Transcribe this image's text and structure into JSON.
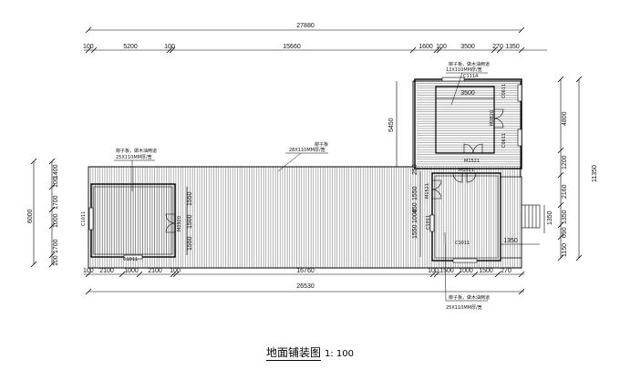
{
  "title": "地面铺装图",
  "scale": "1: 100",
  "dimensions": {
    "top_overall": "27880",
    "top": [
      "100",
      "5200",
      "100",
      "15660",
      "1600",
      "100",
      "3500",
      "270",
      "1350"
    ],
    "bottom": [
      "100",
      "2100",
      "1000",
      "2100",
      "100",
      "16760",
      "100",
      "1500",
      "1000",
      "1500",
      "270"
    ],
    "bottom_overall": "26530",
    "left": [
      "100",
      "1700",
      "1000",
      "1700",
      "100",
      "1400"
    ],
    "left_overall": "6000",
    "right": [
      "4800",
      "1200",
      "2160",
      "1350",
      "690",
      "1150"
    ],
    "right_overall": "11350",
    "inner": {
      "annex_3500": "3500",
      "annex_5450": "5450",
      "w1550_a": "1550",
      "w1500": "1500",
      "w1550_b": "1550",
      "r1550": "1550",
      "r1000": "1000",
      "r1550_b": "1550",
      "r450": "450",
      "r250": "250",
      "step_1350_h": "1350",
      "step_1350_v": "1350"
    }
  },
  "labels": {
    "wood1_a": "柳子板，做木油两道",
    "wood1_b": "12X110MM厚/宽",
    "wood2_a": "柳子板",
    "wood2_b": "28X110MM厚/宽",
    "wood3_a": "柳子板，做木油两道",
    "wood3_b": "25X110MM厚/宽",
    "wood4_a": "柳子板，做木油两道",
    "wood4_b": "25X110MM厚/宽"
  },
  "openings": {
    "c1114": "C1114",
    "c0611_a": "C0611",
    "c0611_b": "C0611",
    "m0820": "M0820",
    "m1521_a": "M1521",
    "m1521_b": "M1521",
    "m1521_c": "M1521",
    "c1011_left": "C1011",
    "c1011_bottom": "C1011",
    "c1011_right": "C1011",
    "c1011_mid": "C1011",
    "m0920": "M0920"
  }
}
